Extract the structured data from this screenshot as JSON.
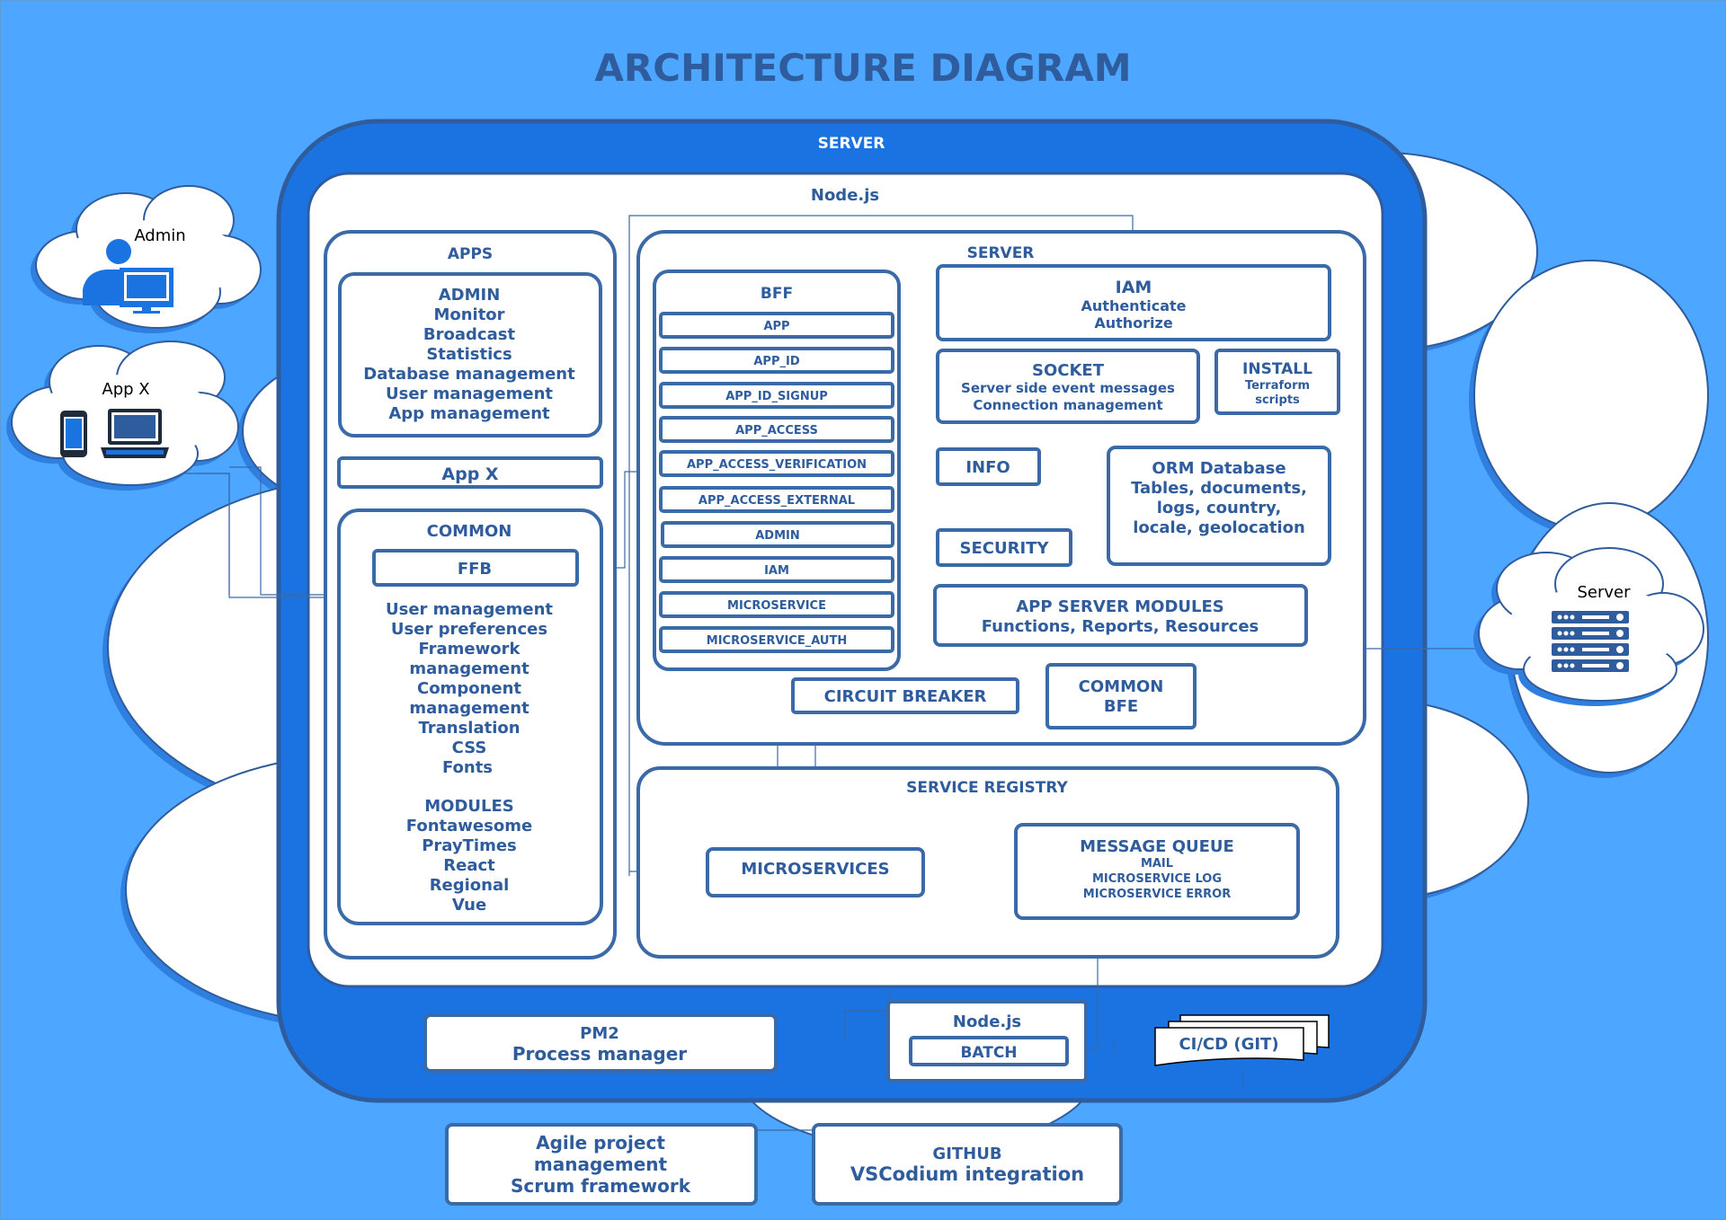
{
  "title": "ARCHITECTURE DIAGRAM",
  "outer_label": "SERVER",
  "nodejs_label": "Node.js",
  "clients": {
    "admin": "Admin",
    "app_x": "App X",
    "server": "Server"
  },
  "apps": {
    "title": "APPS",
    "admin_lines": [
      "ADMIN",
      "Monitor",
      "Broadcast",
      "Statistics",
      "Database management",
      "User management",
      "App management"
    ],
    "app_x": "App X",
    "common": {
      "title": "COMMON",
      "ffb": "FFB",
      "lines": [
        "User management",
        "User preferences",
        "Framework",
        "management",
        "Component",
        "management",
        "Translation",
        "CSS",
        "Fonts"
      ],
      "modules_title": "MODULES",
      "modules": [
        "Fontawesome",
        "PrayTimes",
        "React",
        "Regional",
        "Vue"
      ]
    }
  },
  "server": {
    "title": "SERVER",
    "bff": {
      "title": "BFF",
      "items": [
        "APP",
        "APP_ID",
        "APP_ID_SIGNUP",
        "APP_ACCESS",
        "APP_ACCESS_VERIFICATION",
        "APP_ACCESS_EXTERNAL",
        "ADMIN",
        "IAM",
        "MICROSERVICE",
        "MICROSERVICE_AUTH"
      ]
    },
    "iam": {
      "title": "IAM",
      "lines": [
        "Authenticate",
        "Authorize"
      ]
    },
    "socket": {
      "title": "SOCKET",
      "lines": [
        "Server side event messages",
        "Connection management"
      ]
    },
    "install": {
      "title": "INSTALL",
      "lines": [
        "Terraform",
        "scripts"
      ]
    },
    "info": "INFO",
    "security": "SECURITY",
    "orm": {
      "lines": [
        "ORM Database",
        "Tables, documents,",
        "logs, country,",
        "locale, geolocation"
      ]
    },
    "app_server_modules": {
      "title": "APP SERVER MODULES",
      "subtitle": "Functions, Reports, Resources"
    },
    "circuit_breaker": "CIRCUIT BREAKER",
    "common_bfe": [
      "COMMON",
      "BFE"
    ]
  },
  "registry": {
    "title": "SERVICE REGISTRY",
    "microservices": "MICROSERVICES",
    "message_queue": {
      "title": "MESSAGE QUEUE",
      "lines": [
        "MAIL",
        "MICROSERVICE LOG",
        "MICROSERVICE ERROR"
      ]
    }
  },
  "bottom": {
    "pm2": [
      "PM2",
      "Process manager"
    ],
    "node_batch": [
      "Node.js",
      "BATCH"
    ],
    "cicd": "CI/CD (GIT)",
    "agile": [
      "Agile project",
      "management",
      "Scrum framework"
    ],
    "github": [
      "GITHUB",
      "VSCodium integration"
    ]
  },
  "colors": {
    "background": "#4da6ff",
    "server_frame": "#1a73e0",
    "box_text": "#2f5c9c",
    "box_border": "#3a6aa8",
    "cloud_shadow": "#2f7fe0"
  },
  "icons": [
    "admin-user-icon",
    "monitor-icon",
    "phone-icon",
    "laptop-icon",
    "server-rack-icon",
    "document-stack-icon"
  ]
}
